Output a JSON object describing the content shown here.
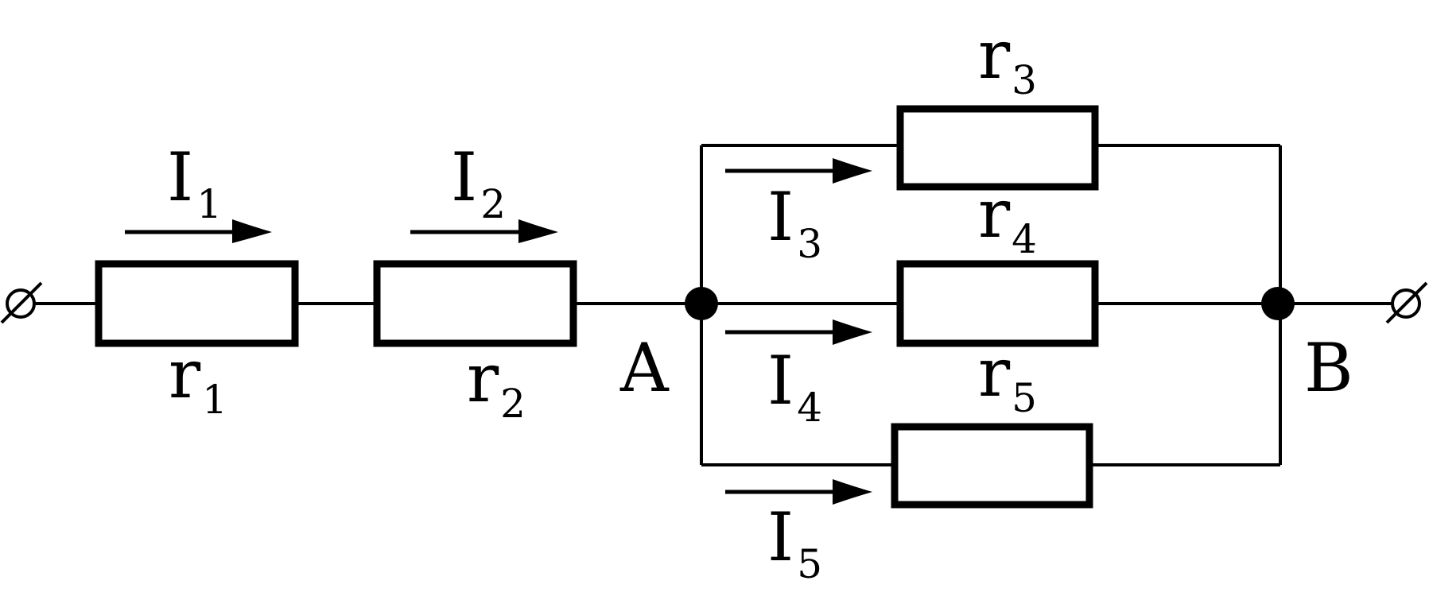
{
  "resistors": {
    "r1": {
      "letter": "r",
      "index": "1"
    },
    "r2": {
      "letter": "r",
      "index": "2"
    },
    "r3": {
      "letter": "r",
      "index": "3"
    },
    "r4": {
      "letter": "r",
      "index": "4"
    },
    "r5": {
      "letter": "r",
      "index": "5"
    }
  },
  "currents": {
    "I1": {
      "letter": "I",
      "index": "1"
    },
    "I2": {
      "letter": "I",
      "index": "2"
    },
    "I3": {
      "letter": "I",
      "index": "3"
    },
    "I4": {
      "letter": "I",
      "index": "4"
    },
    "I5": {
      "letter": "I",
      "index": "5"
    }
  },
  "nodes": {
    "A": "A",
    "B": "B"
  }
}
